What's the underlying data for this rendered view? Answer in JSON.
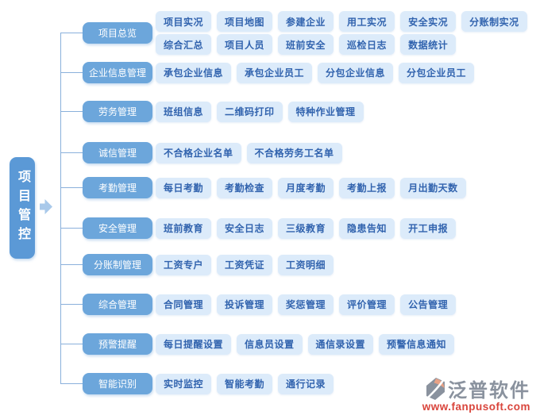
{
  "root": {
    "label": "项目管控"
  },
  "branches": [
    {
      "label": "项目总览",
      "rows": [
        [
          "项目实况",
          "项目地图",
          "参建企业",
          "用工实况",
          "安全实况",
          "分账制实况"
        ],
        [
          "综合汇总",
          "项目人员",
          "班前安全",
          "巡检日志",
          "数据统计"
        ]
      ]
    },
    {
      "label": "企业信息管理",
      "rows": [
        [
          "承包企业信息",
          "承包企业员工",
          "分包企业信息",
          "分包企业员工"
        ]
      ]
    },
    {
      "label": "劳务管理",
      "rows": [
        [
          "班组信息",
          "二维码打印",
          "特种作业管理"
        ]
      ]
    },
    {
      "label": "诚信管理",
      "rows": [
        [
          "不合格企业名单",
          "不合格劳务工名单"
        ]
      ]
    },
    {
      "label": "考勤管理",
      "rows": [
        [
          "每日考勤",
          "考勤检查",
          "月度考勤",
          "考勤上报",
          "月出勤天数"
        ]
      ]
    },
    {
      "label": "安全管理",
      "rows": [
        [
          "班前教育",
          "安全日志",
          "三级教育",
          "隐患告知",
          "开工申报"
        ]
      ]
    },
    {
      "label": "分账制管理",
      "rows": [
        [
          "工资专户",
          "工资凭证",
          "工资明细"
        ]
      ]
    },
    {
      "label": "综合管理",
      "rows": [
        [
          "合同管理",
          "投诉管理",
          "奖惩管理",
          "评价管理",
          "公告管理"
        ]
      ]
    },
    {
      "label": "预警提醒",
      "rows": [
        [
          "每日提醒设置",
          "信息员设置",
          "通信录设置",
          "预警信息通知"
        ]
      ]
    },
    {
      "label": "智能识别",
      "rows": [
        [
          "实时监控",
          "智能考勤",
          "通行记录"
        ]
      ]
    }
  ],
  "logo": {
    "name": "泛普软件",
    "url": "www.fanpusoft.com"
  },
  "icons": {
    "flow_arrow": "right-block-arrow",
    "logo_mark": "fanpu-logo-mark"
  },
  "colors": {
    "root_node": "#5B99D6",
    "category_node": "#6CA6DB",
    "chip_bg": "#DCEBFA",
    "chip_text": "#3163AE",
    "connector": "#8AB0DB",
    "arrow": "#A9C9EA",
    "logo_gray": "#8A929E",
    "logo_red": "#D9453C",
    "logo_salmon": "#E8A286"
  }
}
